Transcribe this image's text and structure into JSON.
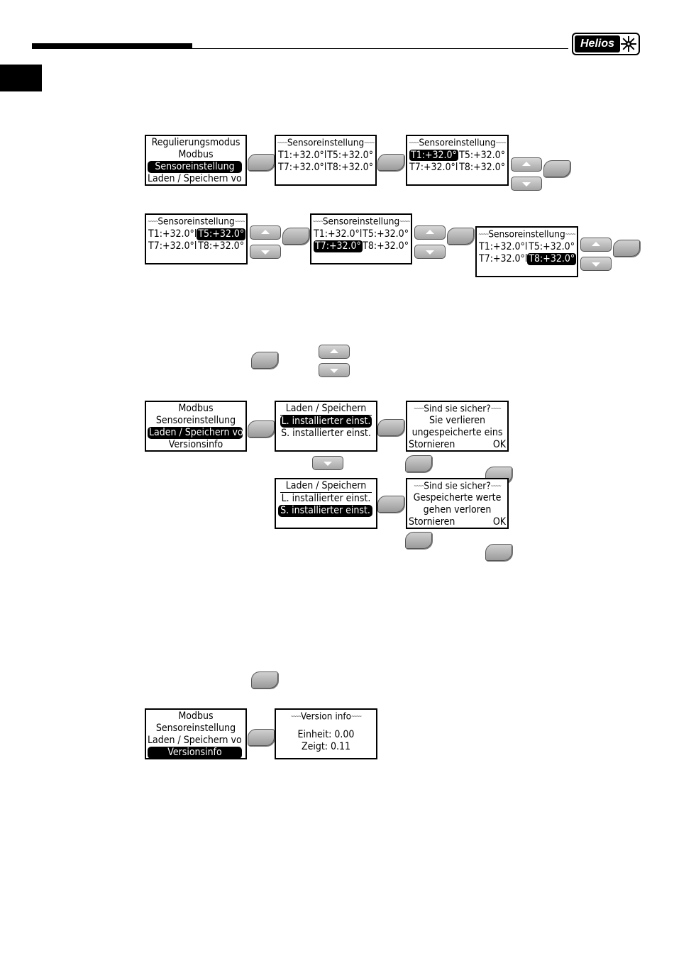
{
  "header": {
    "brand": "Helios"
  },
  "menu_a": [
    "Regulierungsmodus",
    "Modbus",
    "Sensoreinstellung",
    "Laden / Speichern vo"
  ],
  "sensor": {
    "title": "Sensoreinstellung",
    "t1": "T1:+32.0°",
    "t5": "T5:+32.0°",
    "t7": "T7:+32.0°",
    "t8": "T8:+32.0°",
    "sep": "l"
  },
  "menu_b": [
    "Modbus",
    "Sensoreinstellung",
    "Laden / Speichern vo",
    "Versionsinfo"
  ],
  "load_save": {
    "title": "Laden / Speichern",
    "load": "L. installierter einst.",
    "save": "S. installierter einst."
  },
  "confirm_load": {
    "title": "Sind sie sicher?",
    "line1": "Sie verlieren",
    "line2": "ungespeicherte eins",
    "cancel": "Stornieren",
    "ok": "OK"
  },
  "confirm_save": {
    "title": "Sind sie sicher?",
    "line1": "Gespeicherte werte",
    "line2": "gehen verloren",
    "cancel": "Stornieren",
    "ok": "OK"
  },
  "menu_c": [
    "Modbus",
    "Sensoreinstellung",
    "Laden / Speichern vo",
    "Versionsinfo"
  ],
  "version": {
    "title": "Version info",
    "unit": "Einheit: 0.00",
    "shows": "Zeigt: 0.11"
  }
}
